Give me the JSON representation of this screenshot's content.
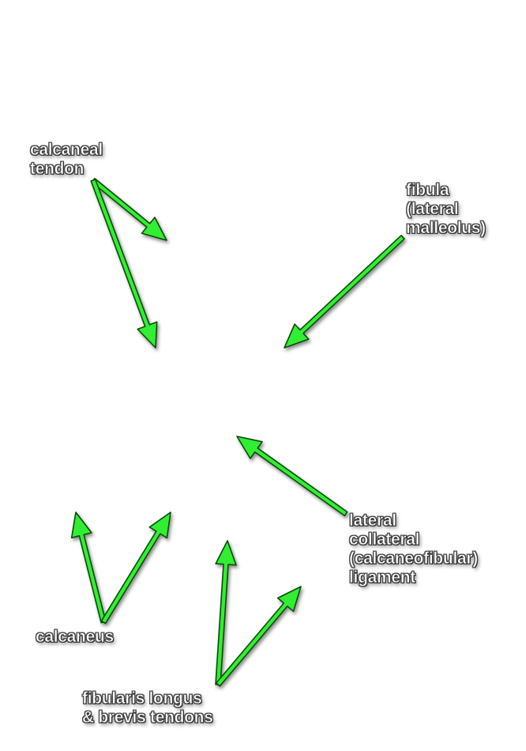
{
  "labels": {
    "calcaneal_tendon": [
      "calcaneal",
      "tendon"
    ],
    "fibula": [
      "fibula",
      "(lateral",
      "malleolus)"
    ],
    "lateral_collateral": [
      "lateral",
      "collateral",
      "(calcaneofibular)",
      "ligament"
    ],
    "calcaneus": [
      "calcaneus"
    ],
    "fibularis": [
      "fibularis longus",
      "& brevis tendons"
    ]
  },
  "colors": {
    "arrow_fill": "#33ee33",
    "arrow_stroke": "#0a4a0a"
  }
}
